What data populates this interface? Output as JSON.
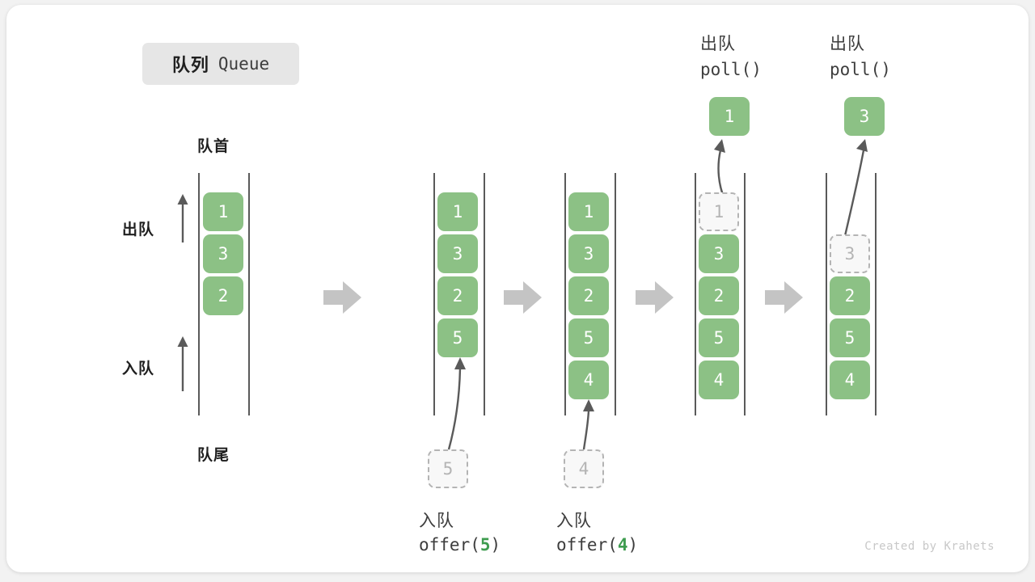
{
  "title": {
    "cn": "队列",
    "en": "Queue"
  },
  "labels": {
    "front": "队首",
    "rear": "队尾",
    "dequeue": "出队",
    "enqueue": "入队"
  },
  "watermark": "Created by Krahets",
  "colors": {
    "element_green": "#8cc185",
    "ghost_gray": "#b4b4b4",
    "rail_gray": "#5a5a5a",
    "step_arrow_gray": "#c4c4c4",
    "badge_bg": "#e6e6e6",
    "accent_code_green": "#3e9c4f"
  },
  "steps": [
    {
      "id": "initial",
      "items": [
        "1",
        "3",
        "2"
      ],
      "ghost_index": null,
      "ghost_value": null,
      "incoming": null,
      "popped": null,
      "op_cn": null,
      "op_code": null
    },
    {
      "id": "after-offer-5",
      "items": [
        "1",
        "3",
        "2",
        "5"
      ],
      "ghost_index": null,
      "ghost_value": null,
      "incoming": "5",
      "popped": null,
      "op_cn": "入队",
      "op_code_prefix": "offer(",
      "op_code_arg": "5",
      "op_code_suffix": ")"
    },
    {
      "id": "after-offer-4",
      "items": [
        "1",
        "3",
        "2",
        "5",
        "4"
      ],
      "ghost_index": null,
      "ghost_value": null,
      "incoming": "4",
      "popped": null,
      "op_cn": "入队",
      "op_code_prefix": "offer(",
      "op_code_arg": "4",
      "op_code_suffix": ")"
    },
    {
      "id": "poll-1",
      "items": [
        "1",
        "3",
        "2",
        "5",
        "4"
      ],
      "ghost_index": 0,
      "ghost_value": "1",
      "incoming": null,
      "popped": "1",
      "op_cn": "出队",
      "op_code_prefix": "poll(",
      "op_code_arg": "",
      "op_code_suffix": ")"
    },
    {
      "id": "poll-3",
      "items": [
        "3",
        "2",
        "5",
        "4"
      ],
      "ghost_index": 0,
      "ghost_value": "3",
      "incoming": null,
      "popped": "3",
      "op_cn": "出队",
      "op_code_prefix": "poll(",
      "op_code_arg": "",
      "op_code_suffix": ")"
    }
  ]
}
